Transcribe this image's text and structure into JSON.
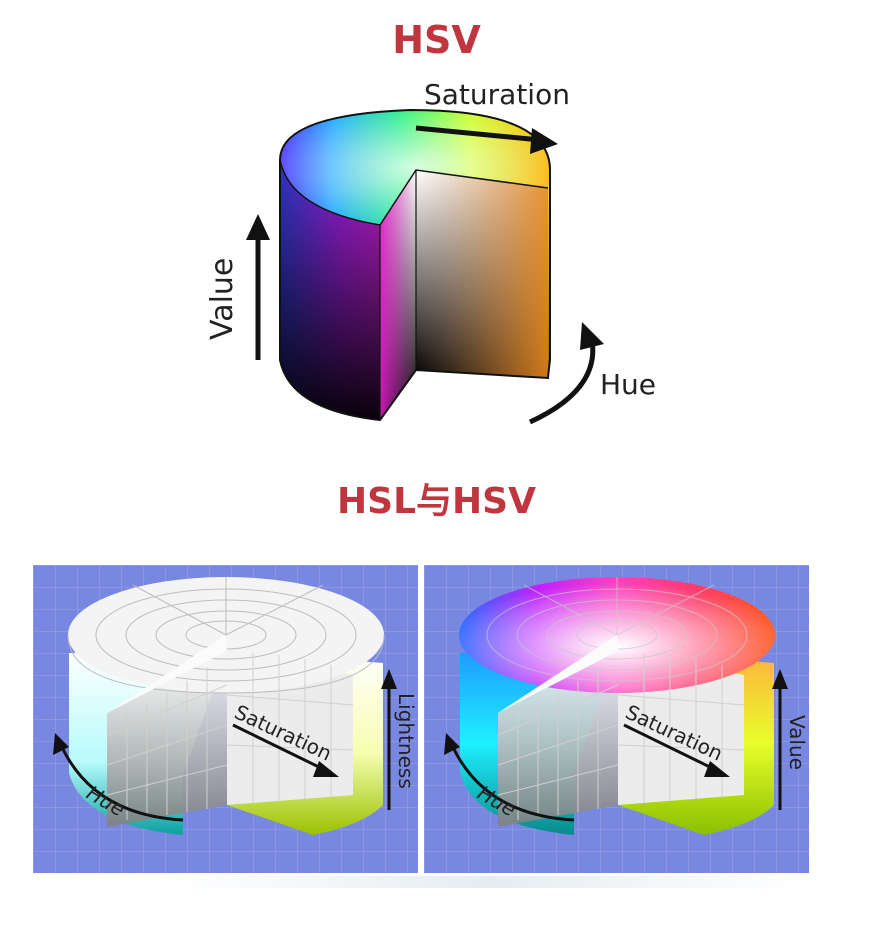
{
  "titles": {
    "top": "HSV",
    "bottom": "HSL与HSV"
  },
  "hsv_diagram": {
    "saturation_label": "Saturation",
    "value_label": "Value",
    "hue_label": "Hue"
  },
  "hsl_diagram": {
    "saturation_label": "Saturation",
    "lightness_label": "Lightness",
    "hue_label": "Hue"
  },
  "hsv_diagram_2": {
    "saturation_label": "Saturation",
    "value_label": "Value",
    "hue_label": "Hue"
  },
  "colors": {
    "title": "#c0363f",
    "panel_background": "#7887e0"
  }
}
